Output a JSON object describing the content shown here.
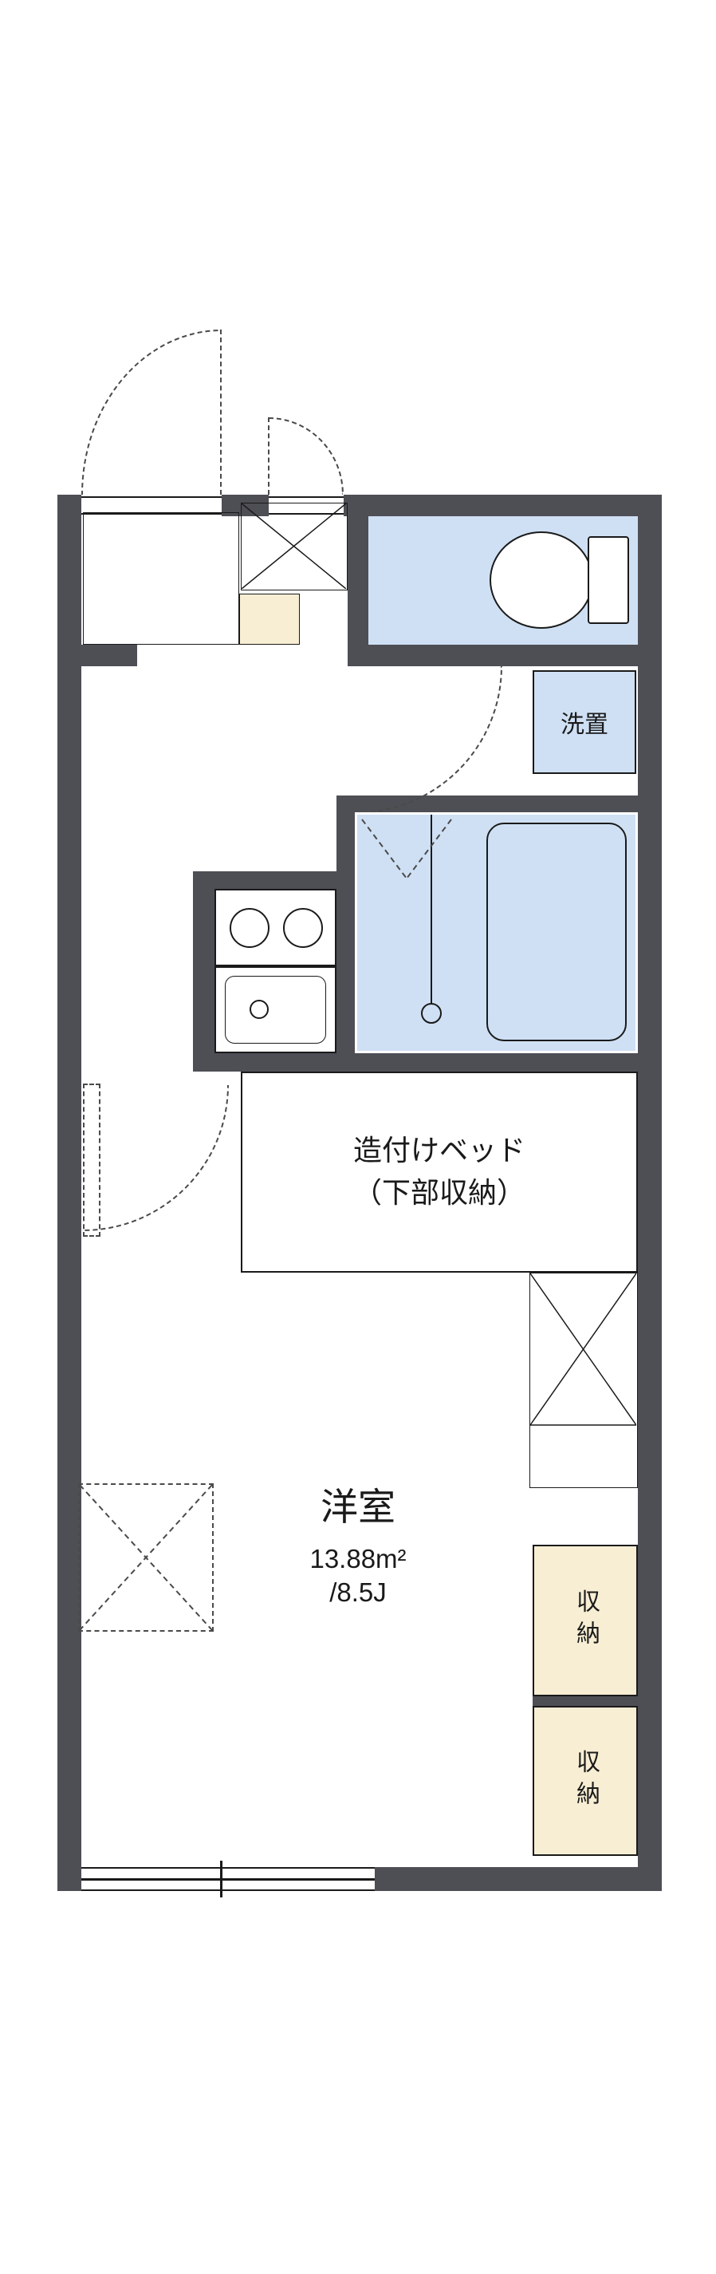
{
  "colors": {
    "wall": "#4e4e55",
    "water": "#cfe0f4",
    "tile": "#f8eed4",
    "ink": "#1a1a1a"
  },
  "labels": {
    "washer_space": "洗置",
    "bed_line1": "造付けベッド",
    "bed_line2": "（下部収納）",
    "room_name": "洋室",
    "room_area_m2": "13.88m²",
    "room_area_tatami": "/8.5J",
    "storage_top": "収納",
    "storage_bottom": "収納"
  }
}
